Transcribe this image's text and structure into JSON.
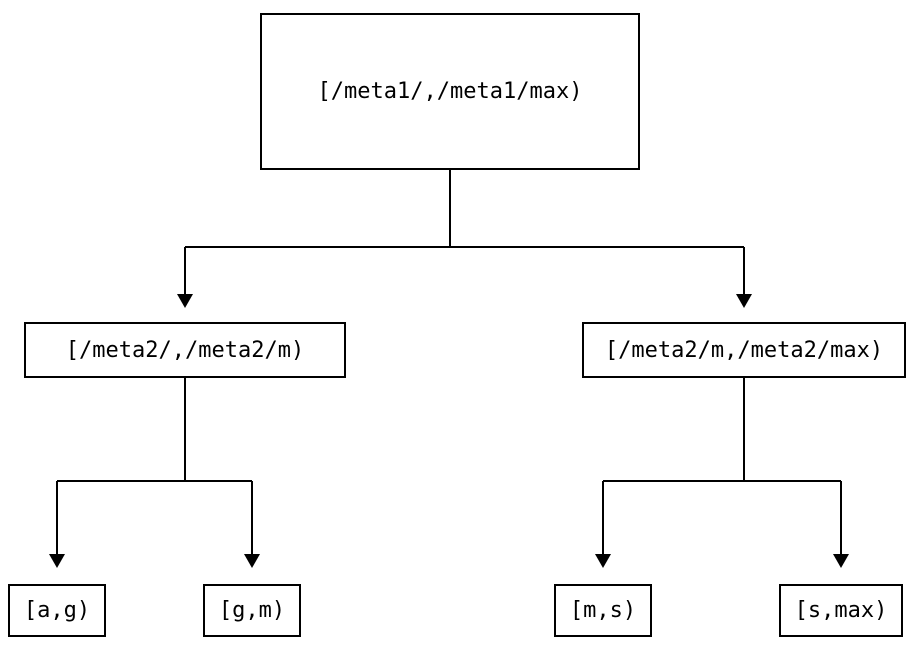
{
  "diagram": {
    "type": "tree",
    "background_color": "#ffffff",
    "line_color": "#000000",
    "box_border_color": "#000000",
    "nodes": {
      "root": {
        "label": "[/meta1/,/meta1/max)"
      },
      "left_child": {
        "label": "[/meta2/,/meta2/m)"
      },
      "right_child": {
        "label": "[/meta2/m,/meta2/max)"
      },
      "leaves": [
        {
          "label": "[a,g)"
        },
        {
          "label": "[g,m)"
        },
        {
          "label": "[m,s)"
        },
        {
          "label": "[s,max)"
        }
      ]
    },
    "edges": [
      {
        "from": "root",
        "to": "left_child"
      },
      {
        "from": "root",
        "to": "right_child"
      },
      {
        "from": "left_child",
        "to": "leaf-ag"
      },
      {
        "from": "left_child",
        "to": "leaf-gm"
      },
      {
        "from": "right_child",
        "to": "leaf-ms"
      },
      {
        "from": "right_child",
        "to": "leaf-smax"
      }
    ]
  }
}
